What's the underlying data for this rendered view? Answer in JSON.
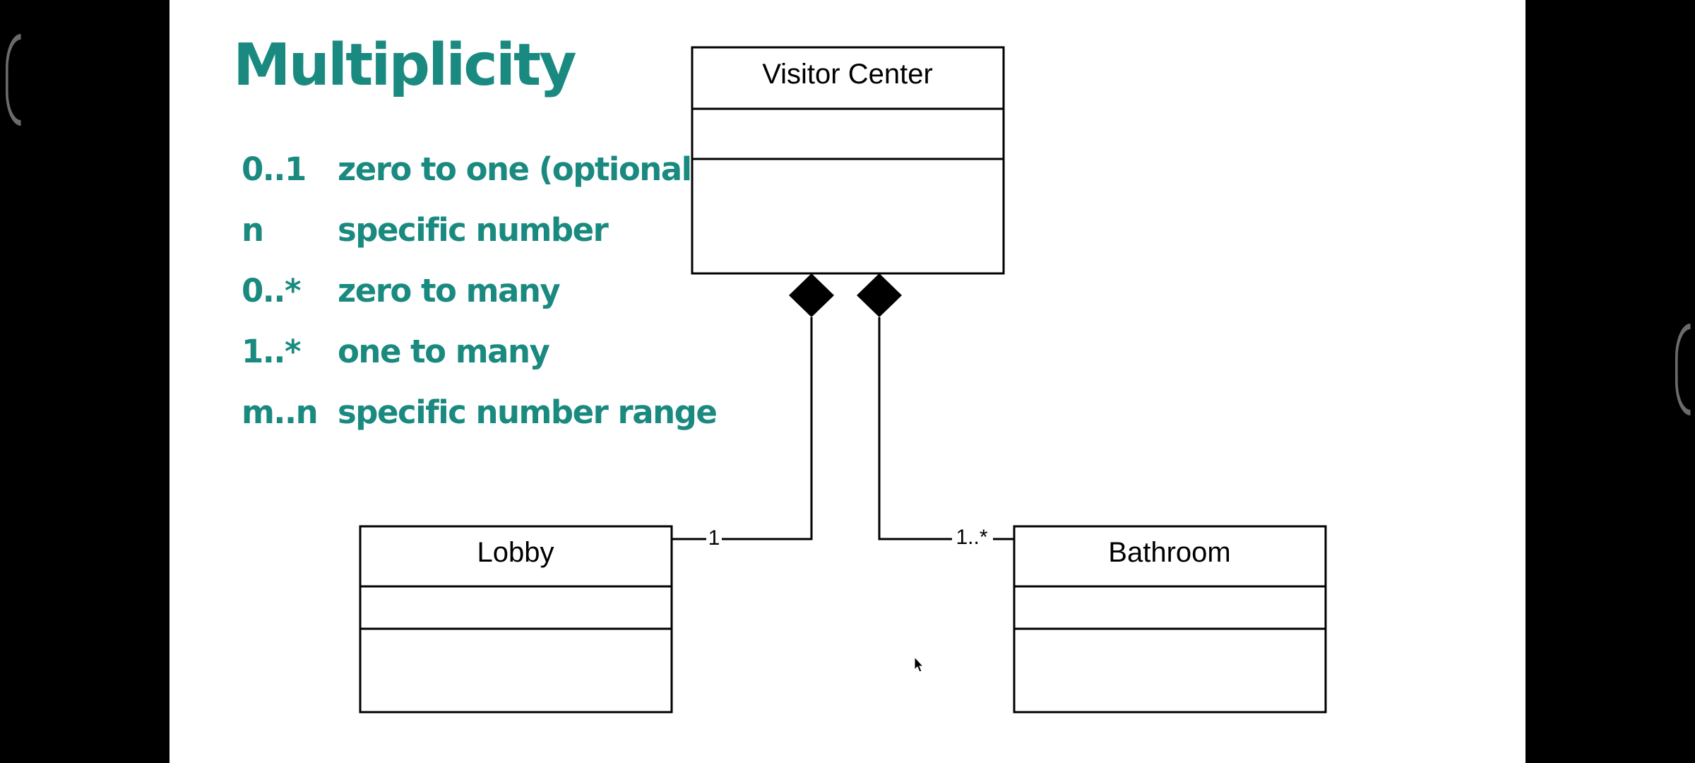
{
  "slide": {
    "title": "Multiplicity",
    "accent_color": "#1a8a80",
    "background": "#ffffff"
  },
  "legend": [
    {
      "symbol": "0..1",
      "meaning": "zero to one (optional)"
    },
    {
      "symbol": "n",
      "meaning": "specific number"
    },
    {
      "symbol": "0..*",
      "meaning": "zero to many"
    },
    {
      "symbol": "1..*",
      "meaning": "one to many"
    },
    {
      "symbol": "m..n",
      "meaning": "specific number range"
    }
  ],
  "diagram": {
    "classes": {
      "visitor_center": "Visitor Center",
      "lobby": "Lobby",
      "bathroom": "Bathroom"
    },
    "relationships": [
      {
        "type": "composition",
        "whole": "Visitor Center",
        "part": "Lobby",
        "multiplicity": "1"
      },
      {
        "type": "composition",
        "whole": "Visitor Center",
        "part": "Bathroom",
        "multiplicity": "1..*"
      }
    ]
  }
}
